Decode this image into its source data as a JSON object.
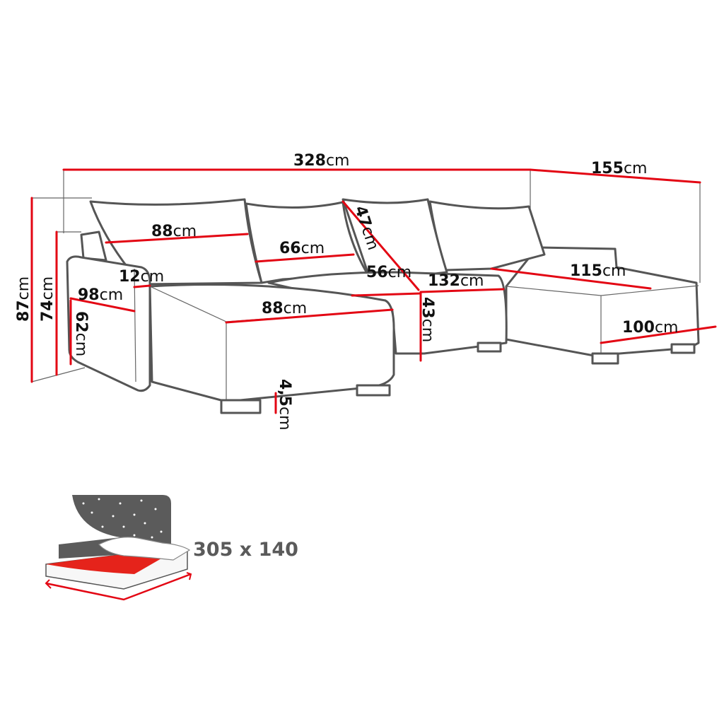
{
  "unit": "cm",
  "dimensions": {
    "total_width": "328",
    "chaise_depth_right": "155",
    "total_height": "87",
    "armrest_height": "74",
    "armrest_inner_height": "62",
    "armrest_depth": "98",
    "armrest_width": "12",
    "left_backrest_width": "88",
    "middle_backrest_width": "66",
    "backrest_height": "47",
    "seat_depth": "56",
    "middle_seat_width": "132",
    "seat_height": "43",
    "left_chaise_width": "88",
    "leg_height": "4,5",
    "right_chaise_length": "115",
    "right_chaise_width": "100"
  },
  "sleeping_area": {
    "label": "305 x 140"
  },
  "colors": {
    "dimension_line": "#e30613",
    "outline": "#555555",
    "bed_sheet": "#e5231b",
    "night_sky": "#5b5b5b"
  }
}
